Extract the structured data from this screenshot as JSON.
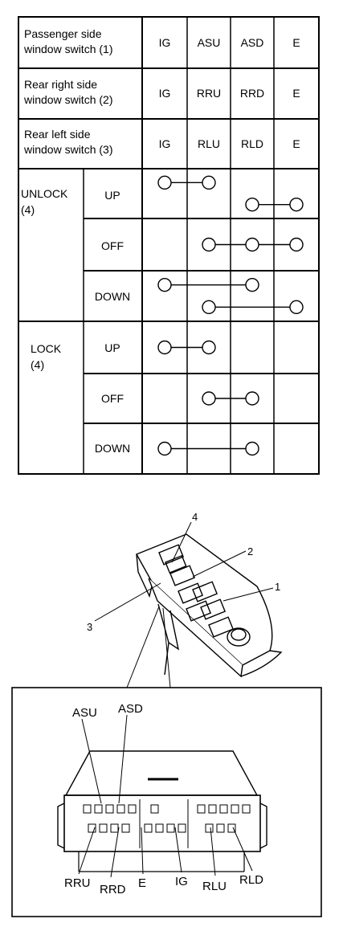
{
  "table": {
    "headers": [
      "IG",
      "ASU",
      "ASD",
      "E"
    ],
    "switch_rows": [
      {
        "line1": "Passenger side",
        "line2": "window switch (1)",
        "terminals": [
          "IG",
          "ASU",
          "ASD",
          "E"
        ]
      },
      {
        "line1": "Rear right side",
        "line2": "window switch (2)",
        "terminals": [
          "IG",
          "RRU",
          "RRD",
          "E"
        ]
      },
      {
        "line1": "Rear left side",
        "line2": "window switch (3)",
        "terminals": [
          "IG",
          "RLU",
          "RLD",
          "E"
        ]
      }
    ],
    "groups": [
      {
        "line1": "UNLOCK",
        "line2": "(4)",
        "positions": [
          {
            "label": "UP",
            "connections": [
              [
                0,
                1
              ],
              [
                2,
                3
              ]
            ]
          },
          {
            "label": "OFF",
            "connections": [
              [
                1,
                2,
                3
              ]
            ]
          },
          {
            "label": "DOWN",
            "connections": [
              [
                0,
                2
              ],
              [
                1,
                3
              ]
            ]
          }
        ]
      },
      {
        "line1": "LOCK",
        "line2": "(4)",
        "positions": [
          {
            "label": "UP",
            "connections": [
              [
                0,
                1
              ]
            ]
          },
          {
            "label": "OFF",
            "connections": [
              [
                1,
                2
              ]
            ]
          },
          {
            "label": "DOWN",
            "connections": [
              [
                0,
                2
              ]
            ]
          }
        ]
      }
    ]
  },
  "callouts": [
    "1",
    "2",
    "3",
    "4"
  ],
  "connector_top_labels": [
    "ASU",
    "ASD"
  ],
  "connector_bottom_labels": [
    "RRU",
    "RRD",
    "E",
    "IG",
    "RLU",
    "RLD"
  ]
}
